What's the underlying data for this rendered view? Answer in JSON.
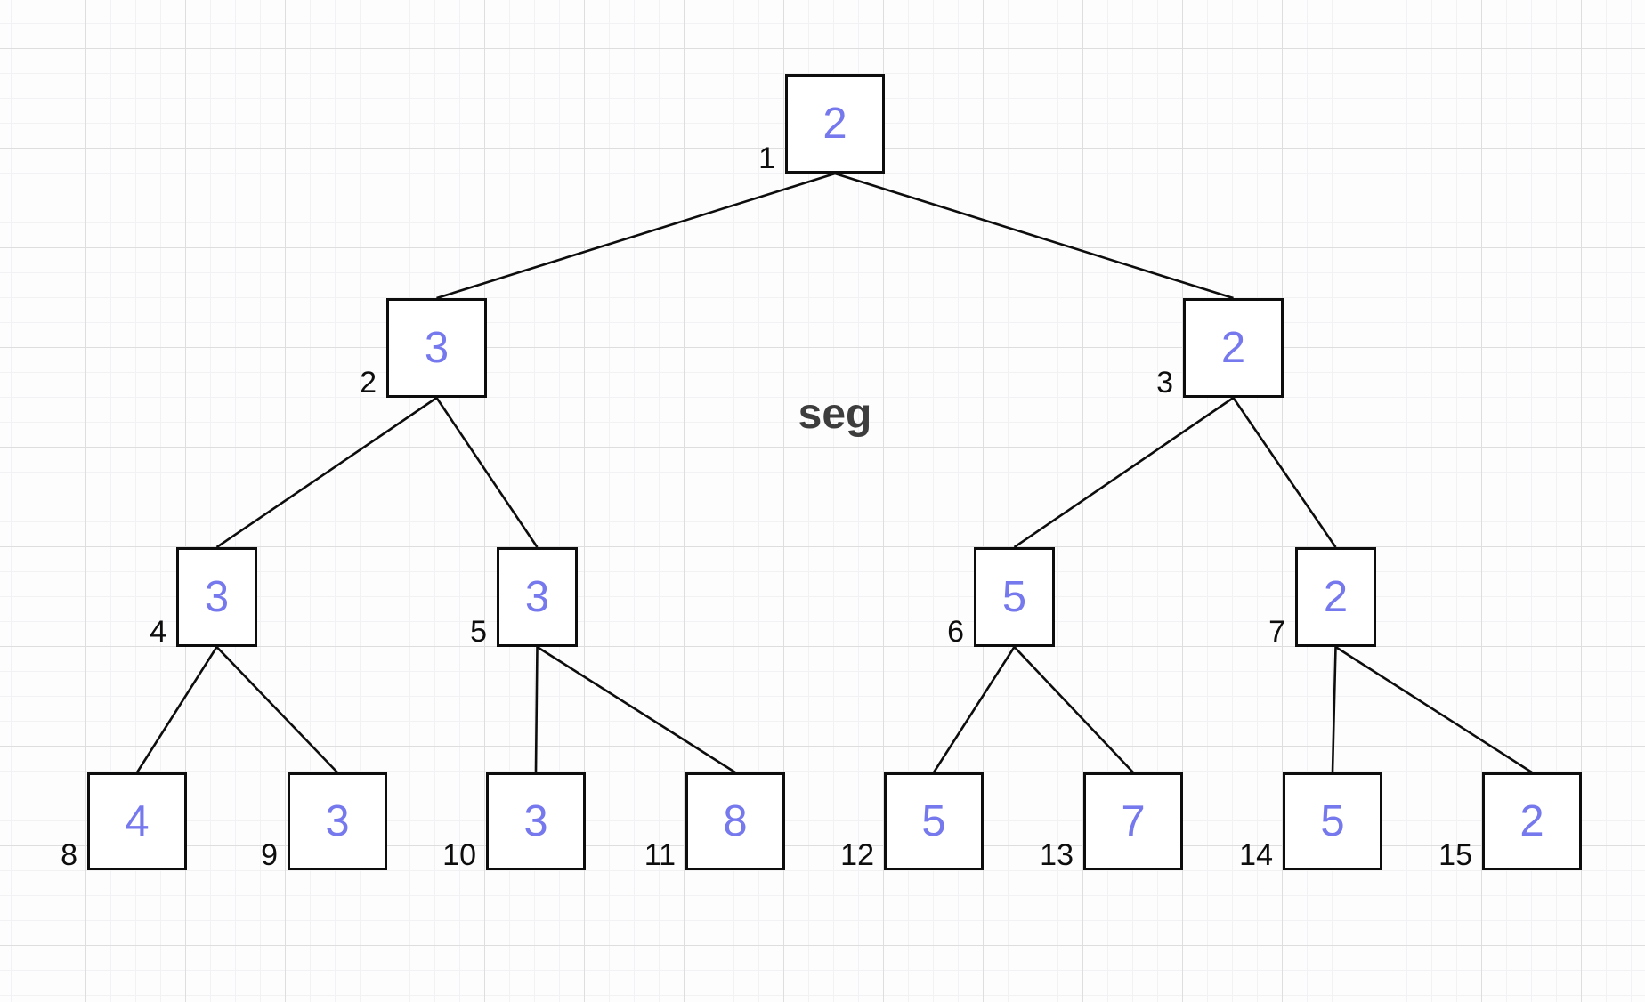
{
  "diagram": {
    "label": "seg",
    "type": "segment-tree",
    "nodes": [
      {
        "index": "1",
        "value": "2"
      },
      {
        "index": "2",
        "value": "3"
      },
      {
        "index": "3",
        "value": "2"
      },
      {
        "index": "4",
        "value": "3"
      },
      {
        "index": "5",
        "value": "3"
      },
      {
        "index": "6",
        "value": "5"
      },
      {
        "index": "7",
        "value": "2"
      },
      {
        "index": "8",
        "value": "4"
      },
      {
        "index": "9",
        "value": "3"
      },
      {
        "index": "10",
        "value": "3"
      },
      {
        "index": "11",
        "value": "8"
      },
      {
        "index": "12",
        "value": "5"
      },
      {
        "index": "13",
        "value": "7"
      },
      {
        "index": "14",
        "value": "5"
      },
      {
        "index": "15",
        "value": "2"
      }
    ],
    "edges": [
      [
        1,
        2
      ],
      [
        1,
        3
      ],
      [
        2,
        4
      ],
      [
        2,
        5
      ],
      [
        3,
        6
      ],
      [
        3,
        7
      ],
      [
        4,
        8
      ],
      [
        4,
        9
      ],
      [
        5,
        10
      ],
      [
        5,
        11
      ],
      [
        6,
        12
      ],
      [
        6,
        13
      ],
      [
        7,
        14
      ],
      [
        7,
        15
      ]
    ],
    "colors": {
      "node_value": "#7678ED",
      "node_border": "#0d0d0d",
      "node_fill": "#ffffff",
      "index_label": "#0d0d0d",
      "edge": "#0d0d0d",
      "title": "#3d3d3d"
    }
  }
}
